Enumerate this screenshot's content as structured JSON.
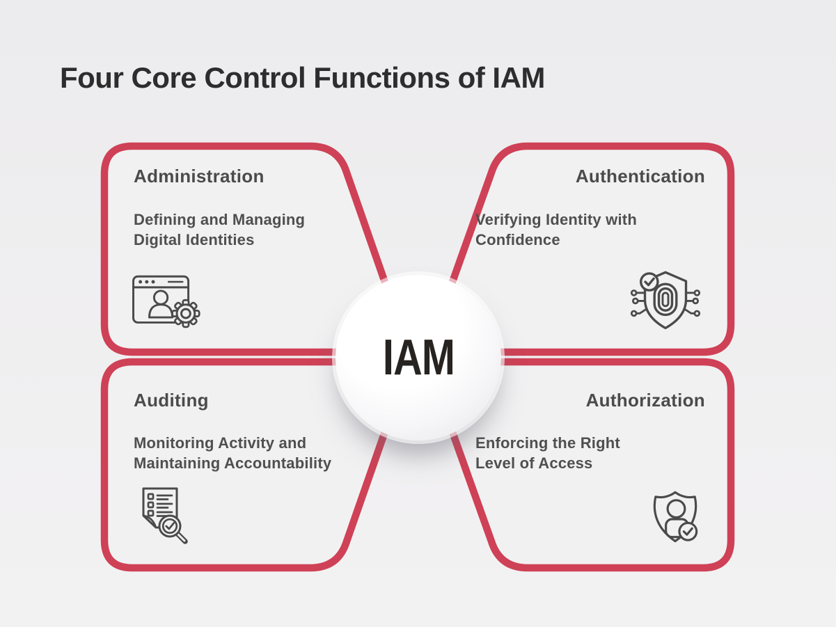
{
  "title": "Four Core Control Functions of IAM",
  "center": {
    "label": "IAM"
  },
  "colors": {
    "accent": "#cf4156",
    "background_top": "#ecebed",
    "background_bottom": "#f3f2f3",
    "card_fill": "#f1f1f2",
    "icon_stroke": "#4a4a4a",
    "heading_text": "#2d2d2d",
    "card_title_text": "#4b4b4b",
    "card_desc_text": "#4f4f4f",
    "center_text": "#262321",
    "center_fill": "#ffffff"
  },
  "cards": [
    {
      "id": "administration",
      "title": "Administration",
      "description": "Defining and Managing Digital Identities",
      "desc_lines": [
        "Defining and Managing",
        "Digital Identities"
      ],
      "icon": "browser-user-gear-icon",
      "align": "left"
    },
    {
      "id": "authentication",
      "title": "Authentication",
      "description": "Verifying Identity with Confidence",
      "desc_lines": [
        "Verifying Identity with",
        "Confidence"
      ],
      "icon": "shield-fingerprint-check-icon",
      "align": "right"
    },
    {
      "id": "auditing",
      "title": "Auditing",
      "description": "Monitoring Activity and Maintaining Accountability",
      "desc_lines": [
        "Monitoring Activity and",
        "Maintaining Accountability"
      ],
      "icon": "document-checklist-magnifier-icon",
      "align": "left"
    },
    {
      "id": "authorization",
      "title": "Authorization",
      "description": "Enforcing the Right Level of Access",
      "desc_lines": [
        "Enforcing the Right",
        "Level of Access"
      ],
      "icon": "shield-user-check-icon",
      "align": "right"
    }
  ]
}
